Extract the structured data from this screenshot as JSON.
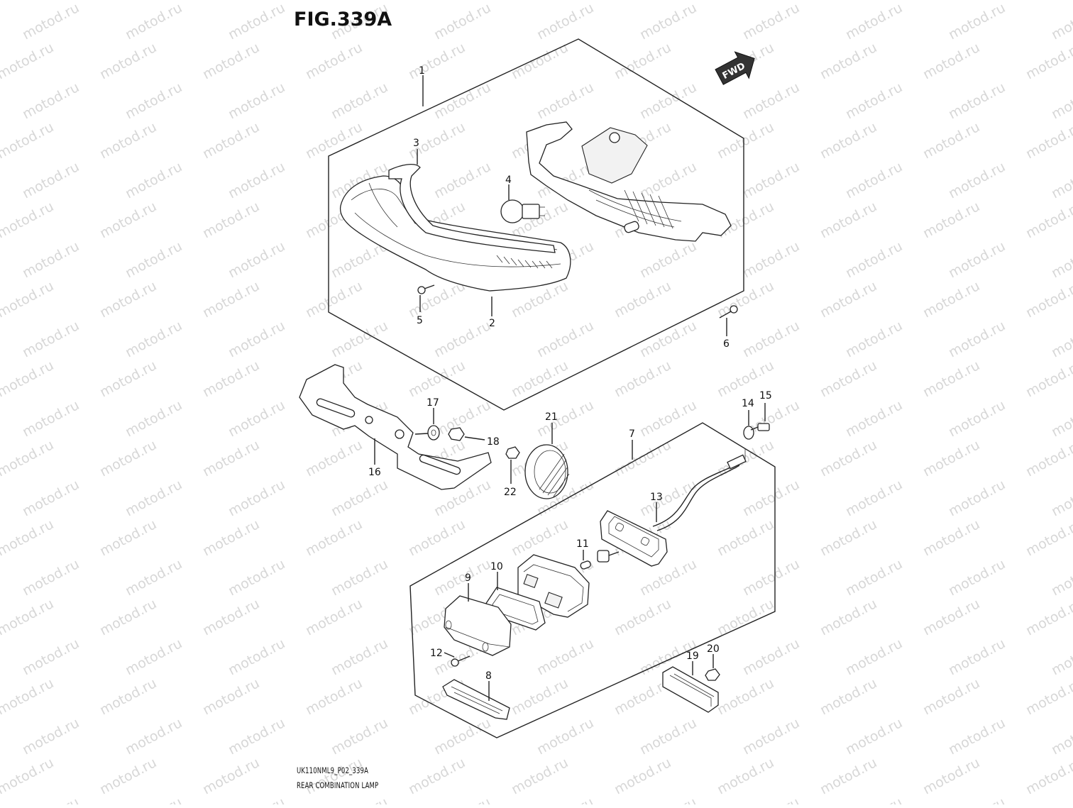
{
  "figure": {
    "title": "FIG.339A",
    "code": "UK110NML9_P02_339A",
    "name": "REAR COMBINATION LAMP"
  },
  "watermark": {
    "text": "motod.ru",
    "color": "#d7d7d7"
  },
  "fwd_badge": {
    "text": "FWD"
  },
  "callouts": [
    "1",
    "2",
    "3",
    "4",
    "5",
    "6",
    "7",
    "8",
    "9",
    "10",
    "11",
    "12",
    "13",
    "14",
    "15",
    "16",
    "17",
    "18",
    "19",
    "20",
    "21",
    "22"
  ]
}
